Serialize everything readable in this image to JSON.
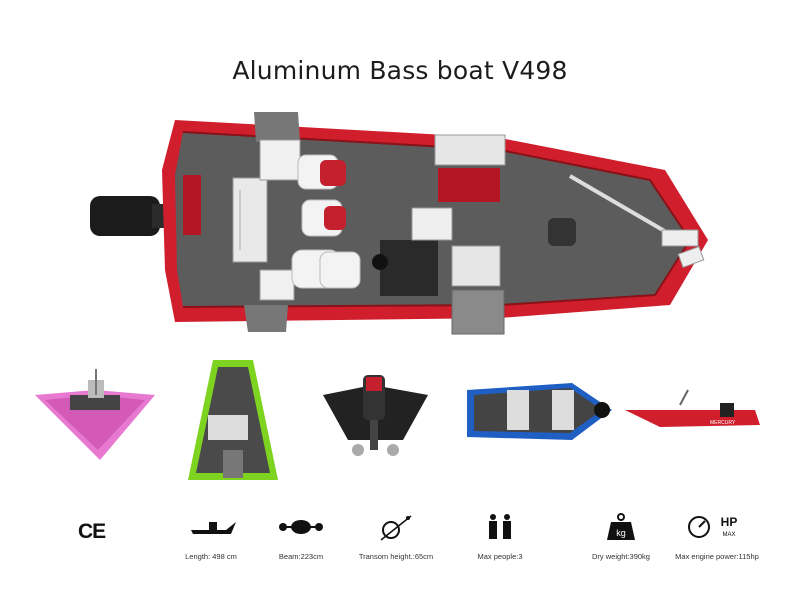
{
  "title": "Aluminum Bass boat V498",
  "images": {
    "main": "top-view-boat",
    "thumbnails": [
      "pink-bow-view",
      "green-rear-top-view",
      "black-rear-view",
      "blue-top-view",
      "red-side-view"
    ]
  },
  "thumbnail_texts": {
    "red_side_brand": "MERCURY"
  },
  "certification": "CE",
  "specs": [
    {
      "icon": "length-icon",
      "label": "Length: 498 cm"
    },
    {
      "icon": "beam-icon",
      "label": "Beam:223cm"
    },
    {
      "icon": "transom-icon",
      "label": "Transom height.:65cm"
    },
    {
      "icon": "people-icon",
      "label": "Max people:3"
    },
    {
      "icon": "weight-icon",
      "label": "Dry weight:390kg",
      "icon_text": "kg"
    },
    {
      "icon": "engine-power-icon",
      "label": "Max engine power:115hp",
      "icon_text": "HP",
      "icon_subtext": "MAX"
    }
  ],
  "colors": {
    "hull_red": "#d01e2c",
    "deck_gray": "#5a5a5a",
    "pink": "#e77ad0",
    "green": "#7ed321",
    "blue": "#1f5fc4"
  }
}
